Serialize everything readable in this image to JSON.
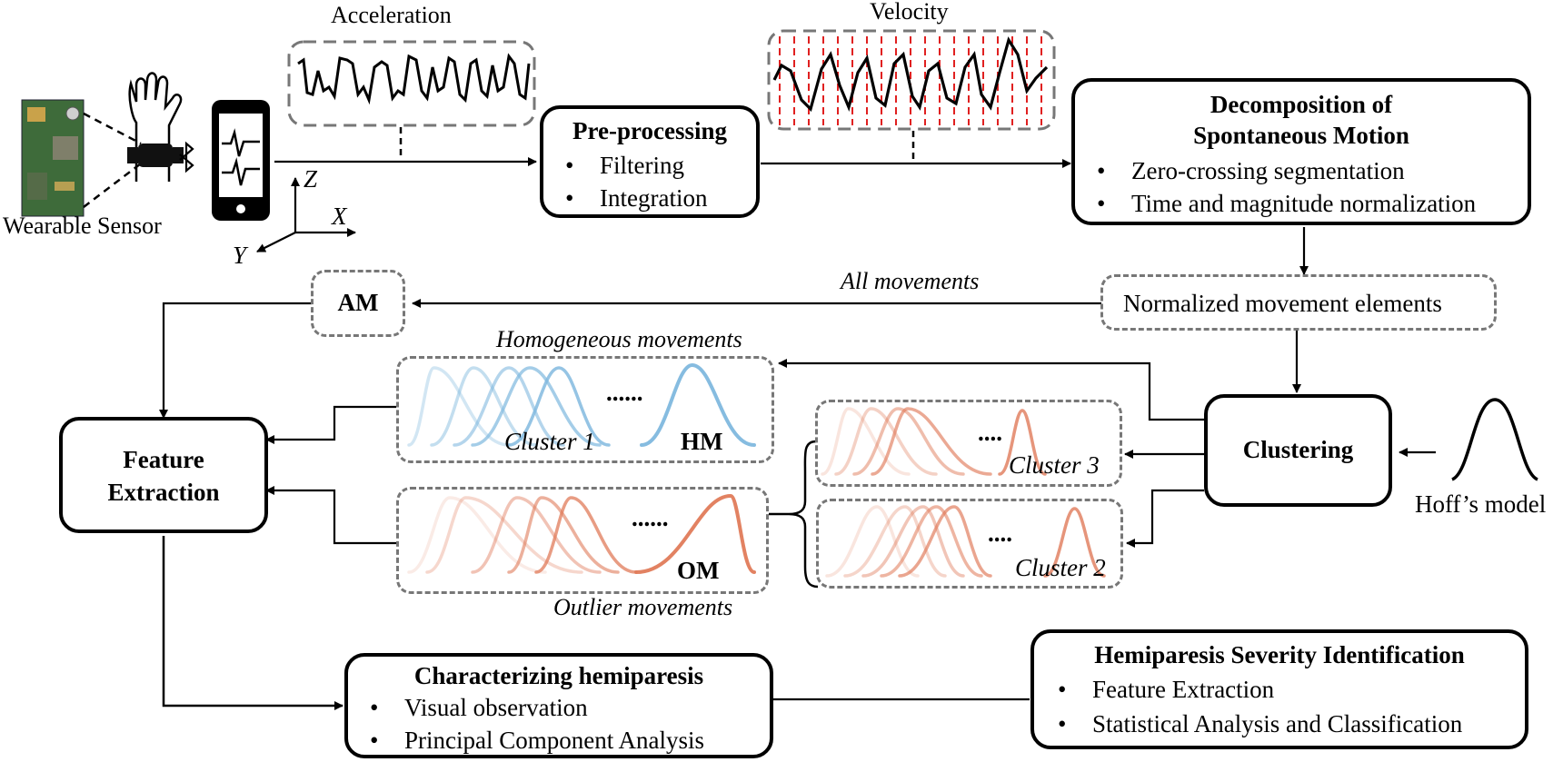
{
  "sensor": {
    "label": "Wearable Sensor"
  },
  "axes": {
    "x": "X",
    "y": "Y",
    "z": "Z"
  },
  "signals": {
    "acceleration": "Acceleration",
    "velocity": "Velocity"
  },
  "preprocessing": {
    "title": "Pre-processing",
    "items": [
      "Filtering",
      "Integration"
    ]
  },
  "decomposition": {
    "title_line1": "Decomposition of",
    "title_line2": "Spontaneous Motion",
    "items": [
      "Zero-crossing segmentation",
      "Time and magnitude normalization"
    ]
  },
  "normalized": {
    "label": "Normalized movement elements"
  },
  "all_movements": {
    "label": "All movements",
    "box": "AM"
  },
  "homogeneous": {
    "label": "Homogeneous movements",
    "box": "HM",
    "cluster": "Cluster 1",
    "dots": "......"
  },
  "outlier": {
    "label": "Outlier movements",
    "box": "OM",
    "dots": "......"
  },
  "cluster3": {
    "label": "Cluster 3",
    "dots": "...."
  },
  "cluster2": {
    "label": "Cluster 2",
    "dots": "...."
  },
  "clustering": {
    "title": "Clustering"
  },
  "hoff": {
    "label": "Hoff’s model"
  },
  "feature": {
    "title_line1": "Feature",
    "title_line2": "Extraction"
  },
  "characterizing": {
    "title": "Characterizing hemiparesis",
    "items": [
      "Visual observation",
      "Principal Component Analysis"
    ]
  },
  "severity": {
    "title": "Hemiparesis Severity Identification",
    "items": [
      "Feature Extraction",
      "Statistical Analysis and Classification"
    ]
  },
  "colors": {
    "blue_curve": "#7fb8de",
    "orange_curve": "#e07b5a",
    "red_marker": "#e02020",
    "dashed_border": "#777777"
  }
}
